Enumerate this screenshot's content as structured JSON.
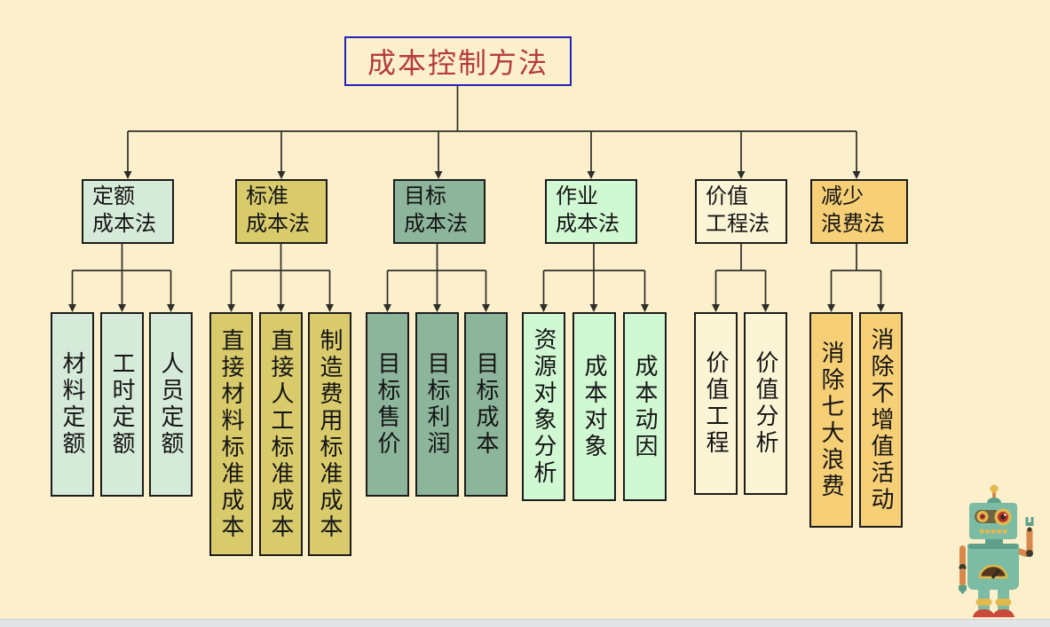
{
  "page": {
    "background_color": "#FCF0CC",
    "bottom_bar_color": "#E2E4E7"
  },
  "root": {
    "label": "成本控制方法",
    "text_color": "#B43C3C",
    "border_color": "#2323B9"
  },
  "connectors": {
    "color": "#2E2E28"
  },
  "groups": [
    {
      "parent": {
        "line1": "定额",
        "line2": "成本法",
        "fill": "#D6EAD9"
      },
      "children": [
        {
          "label": "材料定额",
          "fill": "#D6EAD9"
        },
        {
          "label": "工时定额",
          "fill": "#D6EAD9"
        },
        {
          "label": "人员定额",
          "fill": "#D6EAD9"
        }
      ]
    },
    {
      "parent": {
        "line1": "标准",
        "line2": "成本法",
        "fill": "#D9CB6C"
      },
      "children": [
        {
          "label": "直接材料标准成本",
          "fill": "#D9CB6C"
        },
        {
          "label": "直接人工标准成本",
          "fill": "#D9CB6C"
        },
        {
          "label": "制造费用标准成本",
          "fill": "#D9CB6C"
        }
      ]
    },
    {
      "parent": {
        "line1": "目标",
        "line2": "成本法",
        "fill": "#8DB59C"
      },
      "children": [
        {
          "label": "目标售价",
          "fill": "#8DB59C"
        },
        {
          "label": "目标利润",
          "fill": "#8DB59C"
        },
        {
          "label": "目标成本",
          "fill": "#8DB59C"
        }
      ]
    },
    {
      "parent": {
        "line1": "作业",
        "line2": "成本法",
        "fill": "#D0F8D2"
      },
      "children": [
        {
          "label": "资源对象分析",
          "fill": "#D0F8D2"
        },
        {
          "label": "成本对象",
          "fill": "#D0F8D2"
        },
        {
          "label": "成本动因",
          "fill": "#D0F8D2"
        }
      ]
    },
    {
      "parent": {
        "line1": "价值",
        "line2": "工程法",
        "fill": "#FBF5D6"
      },
      "children": [
        {
          "label": "价值工程",
          "fill": "#FBF5D6"
        },
        {
          "label": "价值分析",
          "fill": "#FBF5D6"
        }
      ]
    },
    {
      "parent": {
        "line1": "减少",
        "line2": "浪费法",
        "fill": "#F6CF76"
      },
      "children": [
        {
          "label": "消除七大浪费",
          "fill": "#F6CF76"
        },
        {
          "label": "消除不增值活动",
          "fill": "#F6CF76"
        }
      ]
    }
  ],
  "robot": {
    "body_color": "#7CBCA4",
    "trim_color": "#5FA08A",
    "arm_color": "#D9884C",
    "accent_yellow": "#E3B94D",
    "foot_color": "#C94A3B",
    "gauge_color": "#53381F",
    "joint_color": "#3A3A2E",
    "eye_red": "#B5332D"
  }
}
